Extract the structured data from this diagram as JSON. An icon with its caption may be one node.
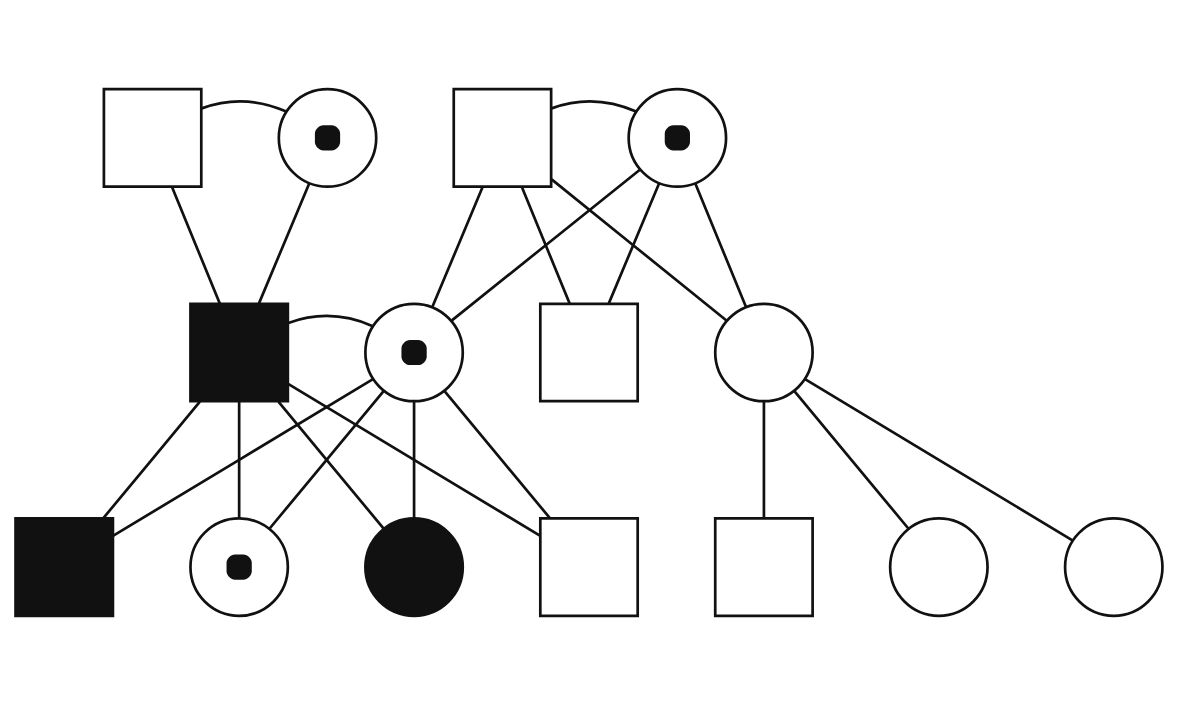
{
  "diagram": {
    "nodes": [
      {
        "text": [],
        "shape": "box"
      },
      {
        "text": [],
        "shape": "target"
      },
      {
        "text": [],
        "shape": "box"
      },
      {
        "text": [],
        "shape": "target"
      },
      {
        "text": [],
        "shape": "block"
      },
      {
        "text": [],
        "shape": "target"
      },
      {
        "text": [],
        "shape": "box"
      },
      {
        "text": [],
        "shape": "circle"
      },
      {
        "text": [],
        "shape": "block"
      },
      {
        "text": [],
        "shape": "target"
      },
      {
        "text": [],
        "shape": "disc"
      },
      {
        "text": [],
        "shape": "box"
      },
      {
        "text": [],
        "shape": "box"
      },
      {
        "text": [],
        "shape": "circle"
      },
      {
        "text": [],
        "shape": "circle"
      }
    ],
    "edges": [
      {
        "from": 0,
        "to": 1,
        "arrow": "none"
      },
      {
        "from": 2,
        "to": 3,
        "arrow": "none"
      },
      {
        "from": 0,
        "to": 4,
        "arrow": "none"
      },
      {
        "from": 1,
        "to": 4,
        "arrow": "none"
      },
      {
        "from": 2,
        "to": 5,
        "arrow": "none"
      },
      {
        "from": 3,
        "to": 5,
        "arrow": "none"
      },
      {
        "from": 2,
        "to": 6,
        "arrow": "none"
      },
      {
        "from": 3,
        "to": 6,
        "arrow": "none"
      },
      {
        "from": 2,
        "to": 7,
        "arrow": "none"
      },
      {
        "from": 3,
        "to": 7,
        "arrow": "none"
      },
      {
        "from": 4,
        "to": 5,
        "arrow": "none"
      },
      {
        "from": 4,
        "to": 8,
        "arrow": "none"
      },
      {
        "from": 5,
        "to": 8,
        "arrow": "none"
      },
      {
        "from": 4,
        "to": 9,
        "arrow": "none"
      },
      {
        "from": 5,
        "to": 9,
        "arrow": "none"
      },
      {
        "from": 4,
        "to": 10,
        "arrow": "none"
      },
      {
        "from": 5,
        "to": 10,
        "arrow": "none"
      },
      {
        "from": 4,
        "to": 11,
        "arrow": "none"
      },
      {
        "from": 5,
        "to": 11,
        "arrow": "none"
      },
      {
        "from": 7,
        "to": 12,
        "arrow": "none"
      },
      {
        "from": 7,
        "to": 13,
        "arrow": "none"
      },
      {
        "from": 7,
        "to": 14,
        "arrow": "none"
      }
    ]
  }
}
